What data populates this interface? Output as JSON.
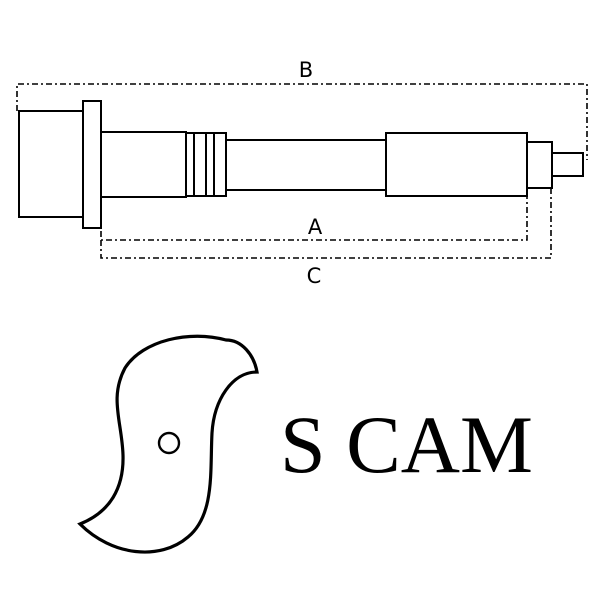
{
  "diagram": {
    "dimension_labels": {
      "a": "A",
      "b": "B",
      "c": "C"
    },
    "title": "S CAM"
  }
}
